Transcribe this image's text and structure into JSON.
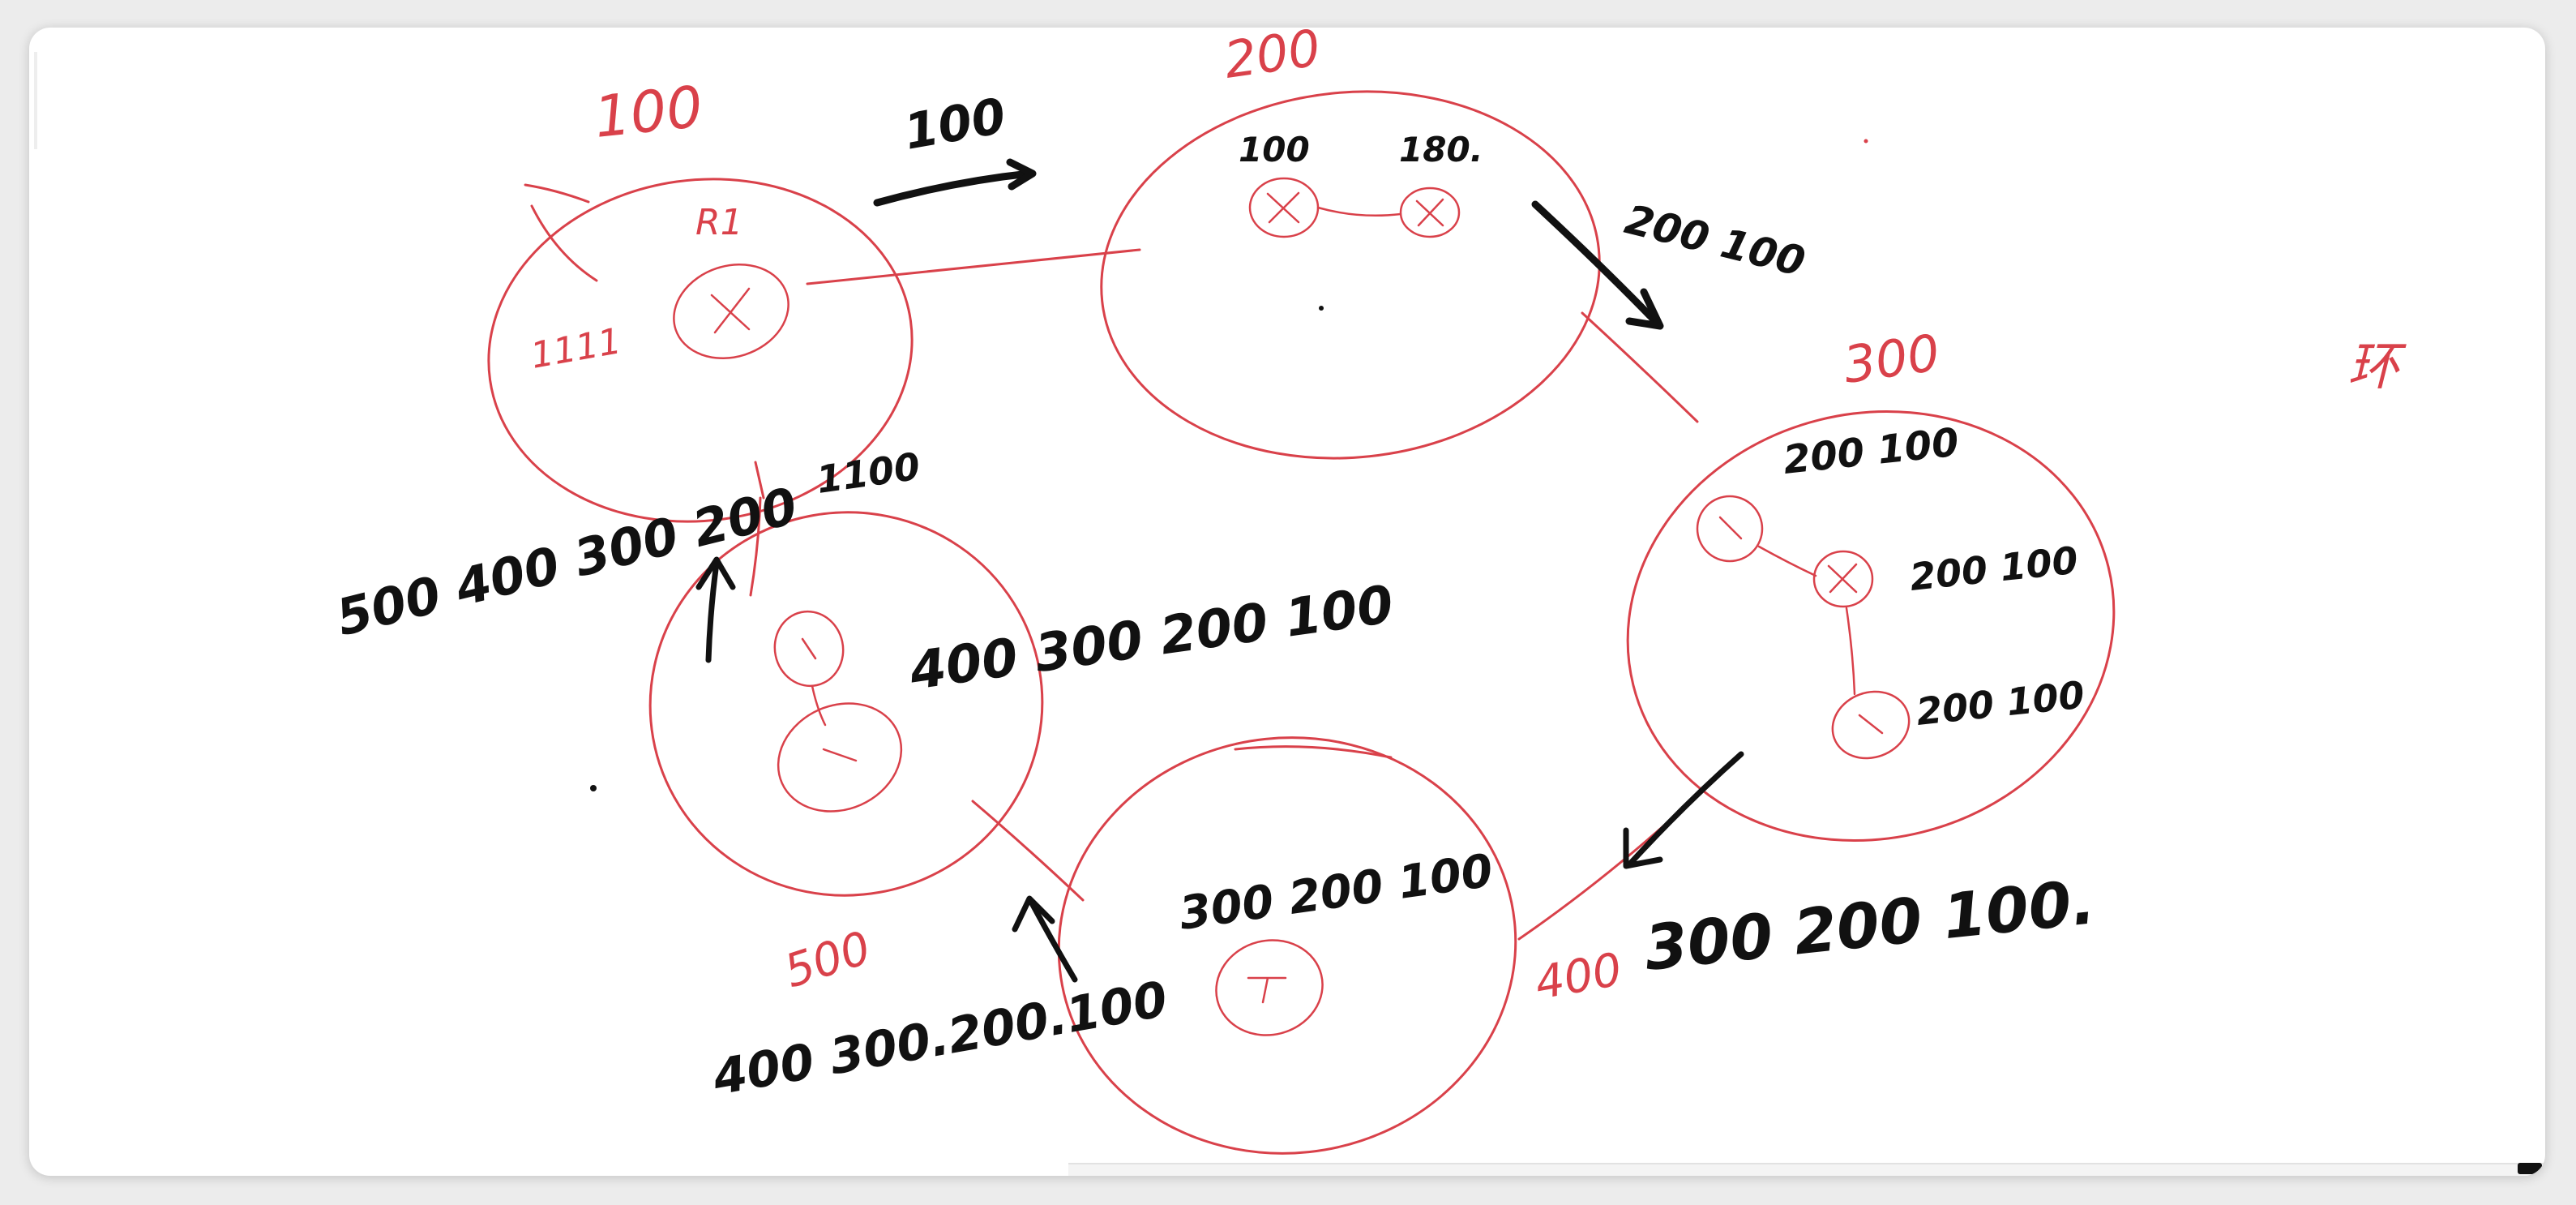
{
  "colors": {
    "red_ink": "#d9414a",
    "black_ink": "#111111",
    "background": "#ffffff"
  },
  "diagram": {
    "nodes": [
      {
        "id": "node-as100",
        "label": "100",
        "router_label": "R1",
        "side_note": "1111",
        "routers": 1
      },
      {
        "id": "node-as200",
        "label": "200",
        "router_labels": [
          "100",
          "180."
        ],
        "routers": 2
      },
      {
        "id": "node-as300",
        "label": "300",
        "router_labels": [
          "200 100",
          "200 100",
          "200 100"
        ],
        "routers": 3
      },
      {
        "id": "node-as400",
        "label": "400",
        "path_note": "300 200 100",
        "routers": 1
      },
      {
        "id": "node-as500",
        "label": "500",
        "path_note": "400 300 200 100",
        "routers": 2
      }
    ],
    "edge_labels": {
      "as100_to_as200": "100",
      "as200_to_as300": "200 100",
      "as300_to_as400": "300 200 100.",
      "as400_to_as500": "400 300.200.100",
      "as500_to_as100": "500 400 300 200",
      "as500_top": "1100"
    },
    "side_mark": "环"
  }
}
